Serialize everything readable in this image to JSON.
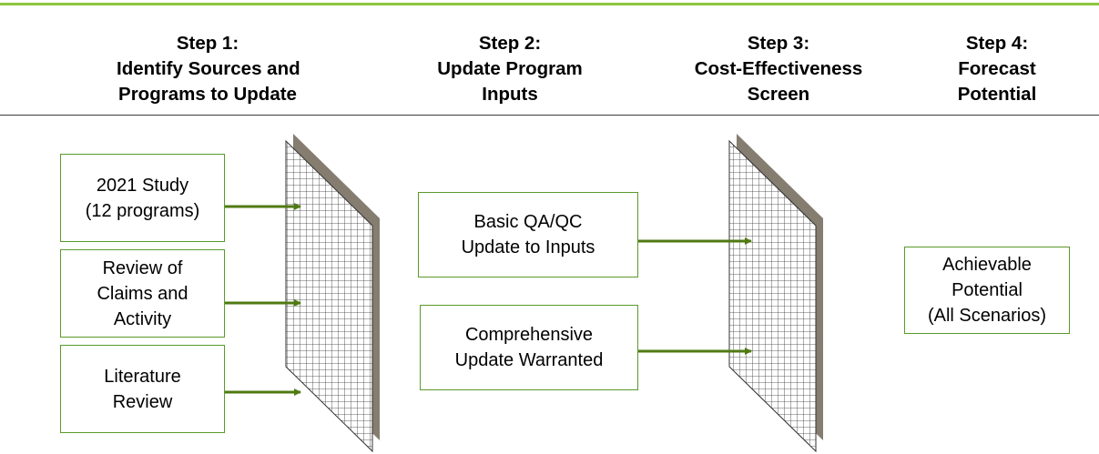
{
  "colors": {
    "accent_green": "#8dc63f",
    "box_border": "#5a9a2a",
    "arrow": "#4f7a12",
    "screen_shadow": "#857d70",
    "screen_grid": "#333333"
  },
  "steps": [
    {
      "title": "Step 1:",
      "line2": "Identify Sources and",
      "line3": "Programs to Update"
    },
    {
      "title": "Step 2:",
      "line2": "Update Program",
      "line3": "Inputs"
    },
    {
      "title": "Step 3:",
      "line2": "Cost-Effectiveness",
      "line3": "Screen"
    },
    {
      "title": "Step 4:",
      "line2": "Forecast",
      "line3": "Potential"
    }
  ],
  "sources": [
    {
      "lines": [
        "2021 Study",
        "(12 programs)"
      ]
    },
    {
      "lines": [
        "Review of",
        "Claims and",
        "Activity"
      ]
    },
    {
      "lines": [
        "Literature",
        "Review"
      ]
    }
  ],
  "inputs": [
    {
      "lines": [
        "Basic QA/QC",
        "Update to Inputs"
      ]
    },
    {
      "lines": [
        "Comprehensive",
        "Update Warranted"
      ]
    }
  ],
  "potential": {
    "lines": [
      "Achievable",
      "Potential",
      "(All Scenarios)"
    ]
  }
}
